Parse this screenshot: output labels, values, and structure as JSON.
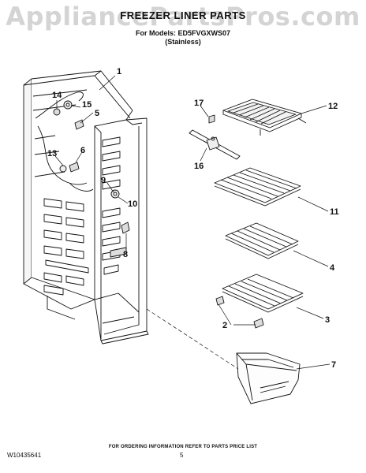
{
  "watermark": "AppliancePartsPros.com",
  "header": {
    "title": "FREEZER LINER PARTS",
    "model_line": "For Models: ED5FVGXWS07",
    "finish": "(Stainless)"
  },
  "callouts": [
    "1",
    "2",
    "3",
    "4",
    "5",
    "6",
    "7",
    "8",
    "9",
    "10",
    "11",
    "12",
    "13",
    "14",
    "15",
    "16",
    "17"
  ],
  "footer": {
    "note": "FOR ORDERING INFORMATION REFER TO PARTS PRICE LIST",
    "doc_number": "W10435641",
    "page": "5"
  },
  "colors": {
    "line": "#111111",
    "watermark": "#d4d4d4",
    "background": "#ffffff"
  }
}
